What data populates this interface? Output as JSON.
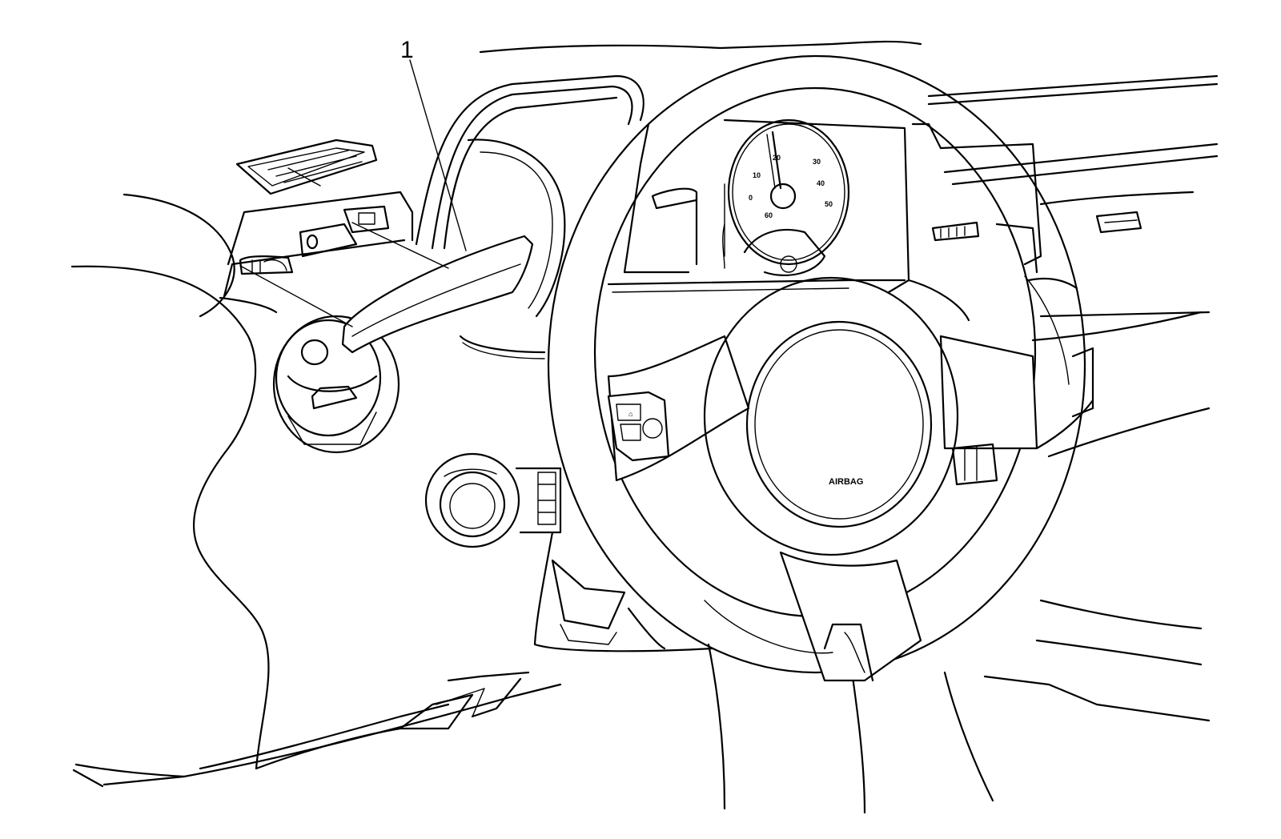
{
  "callouts": [
    {
      "id": "1",
      "label": "1"
    }
  ],
  "labels": {
    "airbag": "AIRBAG"
  },
  "colors": {
    "line": "#000000",
    "background": "#ffffff"
  }
}
